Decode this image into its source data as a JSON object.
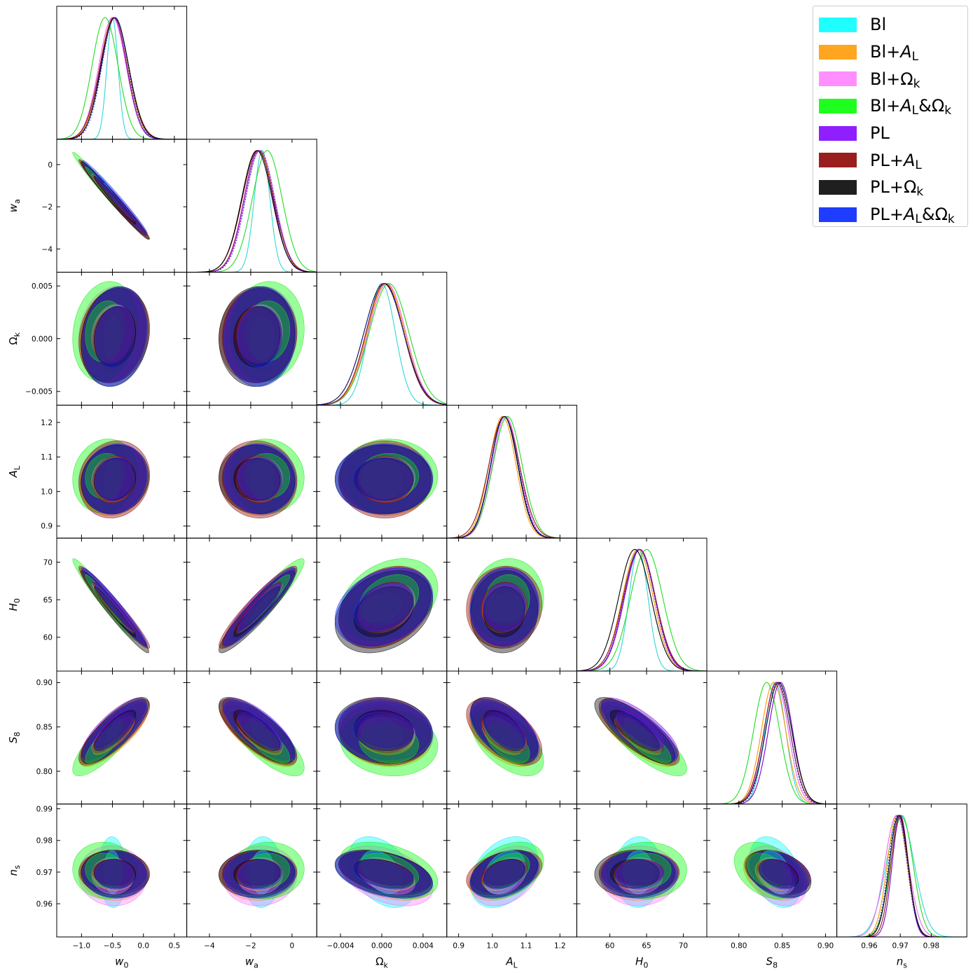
{
  "chart_data": {
    "type": "triangle-corner-plot",
    "parameters": [
      {
        "name": "w0",
        "label_main": "w",
        "label_sub": "0",
        "italic": true,
        "range": [
          -1.4,
          0.7
        ],
        "ticks": [
          -1.0,
          -0.5,
          0.0,
          0.5
        ],
        "tick_labels": [
          "−1.0",
          "−0.5",
          "0.0",
          "0.5"
        ]
      },
      {
        "name": "wa",
        "label_main": "w",
        "label_sub": "a",
        "italic": true,
        "range": [
          -5.1,
          1.2
        ],
        "ticks": [
          -4,
          -2,
          0
        ],
        "tick_labels": [
          "−4",
          "−2",
          "0"
        ]
      },
      {
        "name": "Ok",
        "label_main": "Ω",
        "label_sub": "k",
        "italic": false,
        "range": [
          -0.0063,
          0.0063
        ],
        "ticks": [
          -0.005,
          0.0,
          0.005
        ],
        "tick_labels": [
          "−0.005",
          "0.000",
          "0.005"
        ],
        "x_ticks": [
          -0.004,
          0.0,
          0.004
        ],
        "x_tick_labels": [
          "−0.004",
          "0.000",
          "0.004"
        ]
      },
      {
        "name": "AL",
        "label_main": "A",
        "label_sub": "L",
        "italic": true,
        "range": [
          0.865,
          1.25
        ],
        "ticks": [
          0.9,
          1.0,
          1.1,
          1.2
        ],
        "tick_labels": [
          "0.9",
          "1.0",
          "1.1",
          "1.2"
        ]
      },
      {
        "name": "H0",
        "label_main": "H",
        "label_sub": "0",
        "italic": true,
        "range": [
          55.5,
          73.2
        ],
        "ticks": [
          60,
          65,
          70
        ],
        "tick_labels": [
          "60",
          "65",
          "70"
        ]
      },
      {
        "name": "S8",
        "label_main": "S",
        "label_sub": "8",
        "italic": true,
        "range": [
          0.763,
          0.913
        ],
        "ticks": [
          0.8,
          0.85,
          0.9
        ],
        "tick_labels": [
          "0.80",
          "0.85",
          "0.90"
        ]
      },
      {
        "name": "ns",
        "label_main": "n",
        "label_sub": "s",
        "italic": true,
        "range": [
          0.9495,
          0.9915
        ],
        "ticks": [
          0.96,
          0.97,
          0.98,
          0.99
        ],
        "tick_labels": [
          "0.96",
          "0.97",
          "0.98",
          "0.99"
        ],
        "x_ticks": [
          0.96,
          0.97,
          0.98
        ],
        "x_tick_labels": [
          "0.96",
          "0.97",
          "0.98"
        ]
      }
    ],
    "series": [
      {
        "label_parts": [
          {
            "t": "Bl"
          }
        ],
        "color": "#00ffff",
        "line": "#33d6d6",
        "dash": false,
        "mean": [
          -0.5,
          -1.45,
          0.0,
          1.035,
          63.9,
          0.842,
          0.97
        ],
        "sigma": [
          0.09,
          0.38,
          0.0013,
          0.04,
          1.3,
          0.012,
          0.0045
        ]
      },
      {
        "label_parts": [
          {
            "t": "Bl+"
          },
          {
            "t": "A",
            "i": true
          },
          {
            "t": "L",
            "s": true
          }
        ],
        "color": "#ff9900",
        "line": "#ff9900",
        "dash": false,
        "mean": [
          -0.48,
          -1.6,
          0.0004,
          1.03,
          63.8,
          0.84,
          0.969
        ],
        "sigma": [
          0.22,
          0.72,
          0.0018,
          0.04,
          2.1,
          0.014,
          0.0032
        ]
      },
      {
        "label_parts": [
          {
            "t": "Bl+Ω"
          },
          {
            "t": "k",
            "s": true
          }
        ],
        "color": "#ff80ff",
        "line": "#ee66ee",
        "dash": false,
        "mean": [
          -0.5,
          -1.55,
          0.0005,
          1.04,
          64.0,
          0.843,
          0.9688
        ],
        "sigma": [
          0.22,
          0.72,
          0.0018,
          0.04,
          2.1,
          0.014,
          0.0038
        ]
      },
      {
        "label_parts": [
          {
            "t": "Bl+"
          },
          {
            "t": "A",
            "i": true
          },
          {
            "t": "L",
            "s": true
          },
          {
            "t": "&Ω"
          },
          {
            "t": "k",
            "s": true
          }
        ],
        "color": "#00ff00",
        "line": "#22dd22",
        "dash": false,
        "mean": [
          -0.62,
          -1.2,
          0.0007,
          1.045,
          65.0,
          0.832,
          0.9705
        ],
        "sigma": [
          0.21,
          0.72,
          0.0019,
          0.043,
          2.2,
          0.015,
          0.0036
        ]
      },
      {
        "label_parts": [
          {
            "t": "PL"
          }
        ],
        "color": "#8000ff",
        "line": "#7a00cc",
        "dash": false,
        "mean": [
          -0.48,
          -1.62,
          0.0003,
          1.036,
          64.1,
          0.848,
          0.97
        ],
        "sigma": [
          0.21,
          0.7,
          0.0018,
          0.04,
          2.1,
          0.014,
          0.0026
        ]
      },
      {
        "label_parts": [
          {
            "t": "PL+"
          },
          {
            "t": "A",
            "i": true
          },
          {
            "t": "L",
            "s": true
          }
        ],
        "color": "#8b0000",
        "line": "#8b1a1a",
        "dash": false,
        "mean": [
          -0.47,
          -1.65,
          0.0003,
          1.035,
          64.0,
          0.844,
          0.9698
        ],
        "sigma": [
          0.23,
          0.76,
          0.0018,
          0.045,
          2.2,
          0.015,
          0.0028
        ]
      },
      {
        "label_parts": [
          {
            "t": "PL+Ω"
          },
          {
            "t": "k",
            "s": true
          }
        ],
        "color": "#000000",
        "line": "#000000",
        "dash": false,
        "mean": [
          -0.46,
          -1.7,
          0.0002,
          1.035,
          63.4,
          0.846,
          0.9695
        ],
        "sigma": [
          0.22,
          0.74,
          0.0019,
          0.04,
          2.2,
          0.015,
          0.003
        ]
      },
      {
        "label_parts": [
          {
            "t": "PL+"
          },
          {
            "t": "A",
            "i": true
          },
          {
            "t": "L",
            "s": true
          },
          {
            "t": "&Ω"
          },
          {
            "t": "k",
            "s": true
          }
        ],
        "color": "#0022ff",
        "line": "#2233dd",
        "dash": true,
        "mean": [
          -0.46,
          -1.55,
          0.0002,
          1.036,
          64.0,
          0.845,
          0.9692
        ],
        "sigma": [
          0.21,
          0.7,
          0.0019,
          0.041,
          2.1,
          0.014,
          0.003
        ]
      }
    ],
    "correlations": [
      [
        "w0",
        "wa",
        -0.985
      ],
      [
        "w0",
        "Ok",
        0.15
      ],
      [
        "wa",
        "Ok",
        0.05
      ],
      [
        "w0",
        "AL",
        0.1
      ],
      [
        "wa",
        "AL",
        -0.05
      ],
      [
        "Ok",
        "AL",
        0.0
      ],
      [
        "w0",
        "H0",
        -0.97
      ],
      [
        "wa",
        "H0",
        0.93
      ],
      [
        "Ok",
        "H0",
        0.3
      ],
      [
        "AL",
        "H0",
        0.05
      ],
      [
        "w0",
        "S8",
        0.8
      ],
      [
        "wa",
        "S8",
        -0.75
      ],
      [
        "Ok",
        "S8",
        -0.1
      ],
      [
        "AL",
        "S8",
        -0.55
      ],
      [
        "H0",
        "S8",
        -0.78
      ],
      [
        "w0",
        "ns",
        -0.05
      ],
      [
        "wa",
        "ns",
        0.05
      ],
      [
        "Ok",
        "ns",
        -0.4
      ],
      [
        "AL",
        "ns",
        0.35
      ],
      [
        "H0",
        "ns",
        0.02
      ],
      [
        "S8",
        "ns",
        -0.35
      ]
    ],
    "title": "",
    "grid": false,
    "legend": "top-right"
  }
}
